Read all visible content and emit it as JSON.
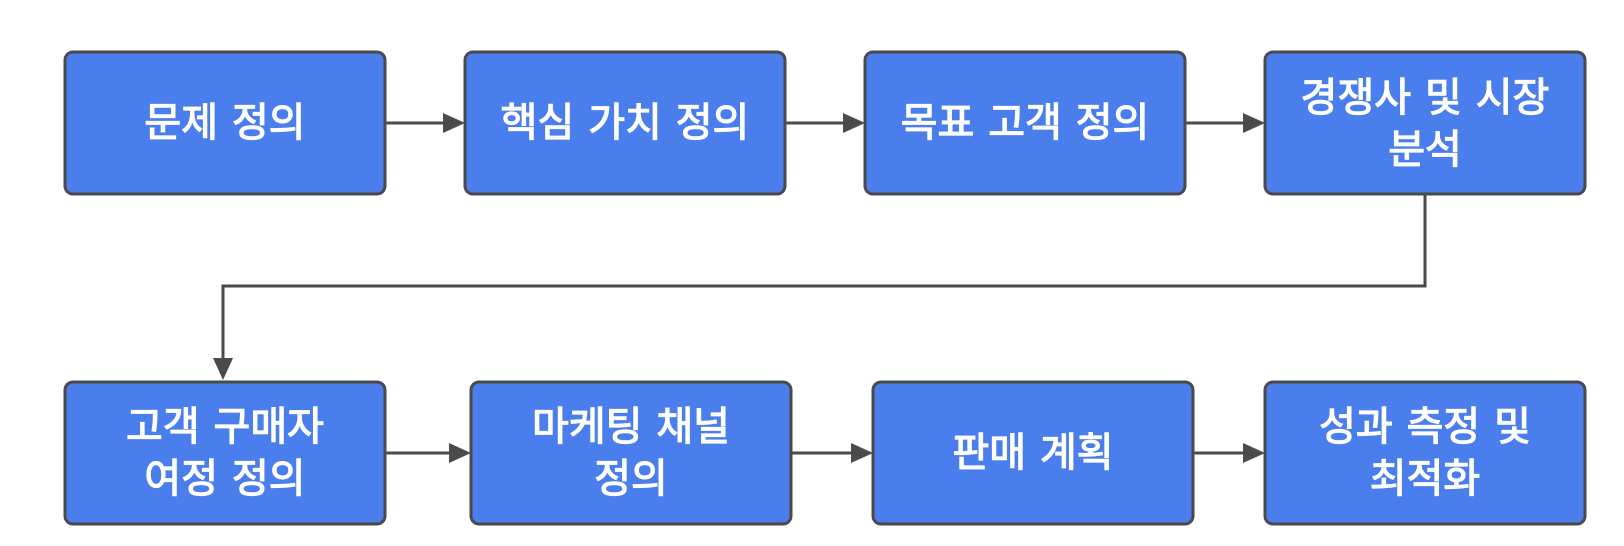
{
  "diagram": {
    "nodes": [
      {
        "id": "n1",
        "lines": [
          "문제 정의"
        ]
      },
      {
        "id": "n2",
        "lines": [
          "핵심 가치 정의"
        ]
      },
      {
        "id": "n3",
        "lines": [
          "목표 고객 정의"
        ]
      },
      {
        "id": "n4",
        "lines": [
          "경쟁사 및 시장",
          "분석"
        ]
      },
      {
        "id": "n5",
        "lines": [
          "고객 구매자",
          "여정 정의"
        ]
      },
      {
        "id": "n6",
        "lines": [
          "마케팅 채널",
          "정의"
        ]
      },
      {
        "id": "n7",
        "lines": [
          "판매 계획"
        ]
      },
      {
        "id": "n8",
        "lines": [
          "성과 측정 및",
          "최적화"
        ]
      }
    ],
    "edges": [
      {
        "from": "n1",
        "to": "n2"
      },
      {
        "from": "n2",
        "to": "n3"
      },
      {
        "from": "n3",
        "to": "n4"
      },
      {
        "from": "n4",
        "to": "n5"
      },
      {
        "from": "n5",
        "to": "n6"
      },
      {
        "from": "n6",
        "to": "n7"
      },
      {
        "from": "n7",
        "to": "n8"
      }
    ],
    "colors": {
      "node_fill": "#4a7eec",
      "node_border": "#4a4a4a",
      "node_text": "#ffffff",
      "connector": "#4a4a4a"
    }
  }
}
